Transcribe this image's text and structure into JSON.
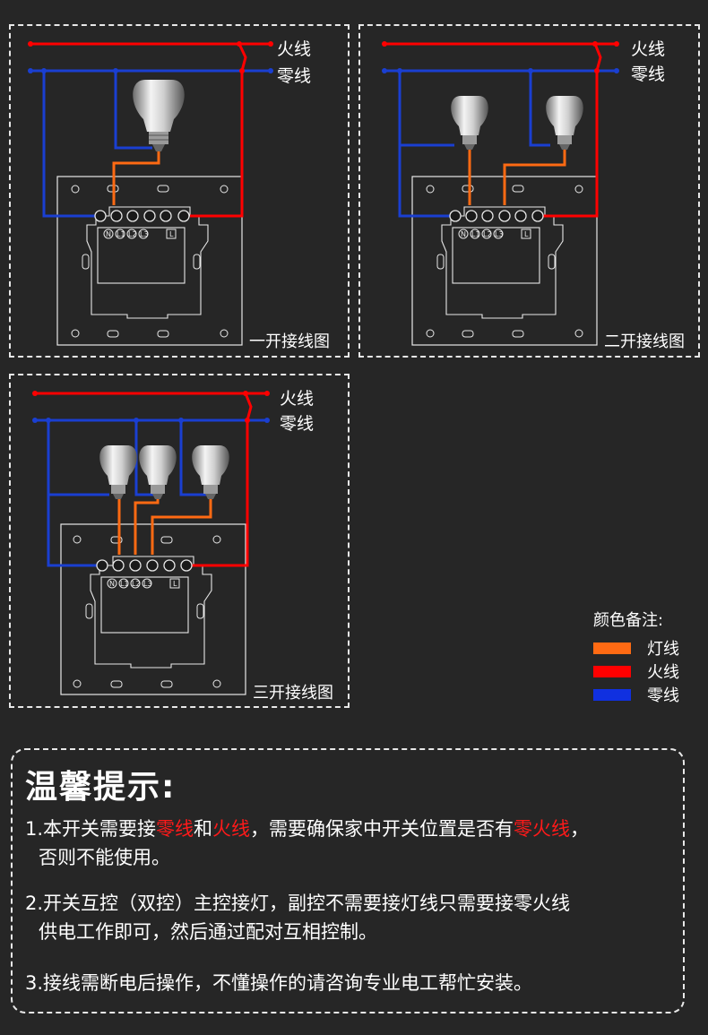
{
  "wire_labels": {
    "live": "火线",
    "neutral": "零线"
  },
  "terminal_labels": {
    "n": "N",
    "l1": "L1",
    "l2": "L2",
    "l3": "L3",
    "l": "L"
  },
  "panels": [
    {
      "caption": "一开接线图"
    },
    {
      "caption": "二开接线图"
    },
    {
      "caption": "三开接线图"
    }
  ],
  "legend": {
    "title": "颜色备注:",
    "items": [
      {
        "label": "灯线",
        "color": "#ff6a13"
      },
      {
        "label": "火线",
        "color": "#ff0000"
      },
      {
        "label": "零线",
        "color": "#1030e0"
      }
    ]
  },
  "colors": {
    "lamp": "#ff6a13",
    "live": "#ff0000",
    "neutral": "#1a3fd1",
    "outline": "#e8e8e8"
  },
  "tips": {
    "title": "温馨提示:",
    "item1": {
      "p1": "1.本开关需要接",
      "h1": "零线",
      "p2": "和",
      "h2": "火线",
      "p3": "，需要确保家中开关位置是否有",
      "h3": "零火线",
      "p4": "，",
      "line2": "否则不能使用。"
    },
    "item2": {
      "line1": "2.开关互控（双控）主控接灯，副控不需要接灯线只需要接零火线",
      "line2": "供电工作即可，然后通过配对互相控制。"
    },
    "item3": {
      "line1": "3.接线需断电后操作，不懂操作的请咨询专业电工帮忙安装。"
    }
  }
}
